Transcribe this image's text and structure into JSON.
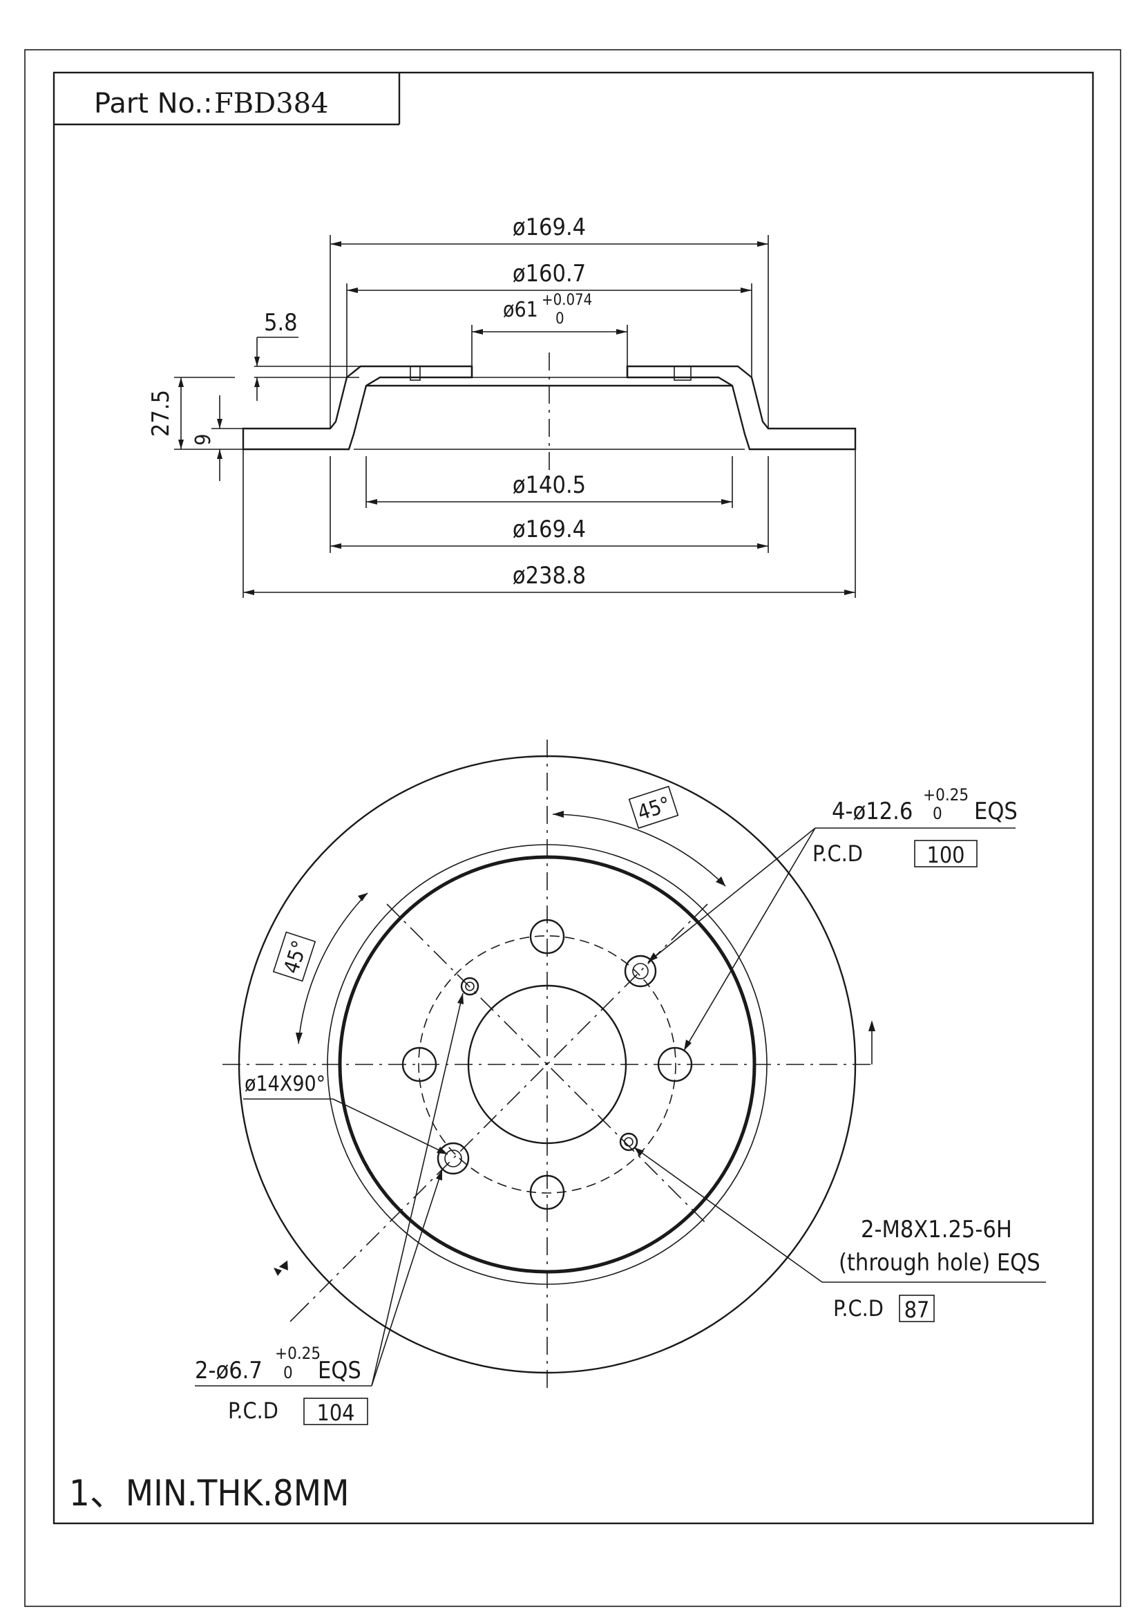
{
  "title_block": {
    "part_label": "Part No.:",
    "part_number": "FBD384"
  },
  "section_view": {
    "dim_top_outer": "ø169.4",
    "dim_top_inner": "ø160.7",
    "dim_bore": "ø61",
    "dim_bore_tol_upper": "+0.074",
    "dim_bore_tol_lower": "0",
    "dim_hat_step": "5.8",
    "dim_total_height": "27.5",
    "dim_disc_thickness": "9",
    "dim_bottom_inner": "ø140.5",
    "dim_bottom_mid": "ø169.4",
    "dim_bottom_outer": "ø238.8"
  },
  "face_view": {
    "angle_top": "45°",
    "angle_left": "45°",
    "chamfer": "ø14X90°",
    "bolt_holes": "4-ø12.6",
    "bolt_holes_tol_upper": "+0.25",
    "bolt_holes_tol_lower": "0",
    "bolt_holes_suffix": "EQS",
    "bolt_pcd_label": "P.C.D",
    "bolt_pcd_value": "100",
    "thread_holes": "2-M8X1.25-6H",
    "thread_holes_note": "(through hole) EQS",
    "thread_pcd_label": "P.C.D",
    "thread_pcd_value": "87",
    "pin_holes": "2-ø6.7",
    "pin_holes_tol_upper": "+0.25",
    "pin_holes_tol_lower": "0",
    "pin_holes_suffix": "EQS",
    "pin_pcd_label": "P.C.D",
    "pin_pcd_value": "104"
  },
  "notes": {
    "note_1": "1、MIN.THK.8MM"
  }
}
